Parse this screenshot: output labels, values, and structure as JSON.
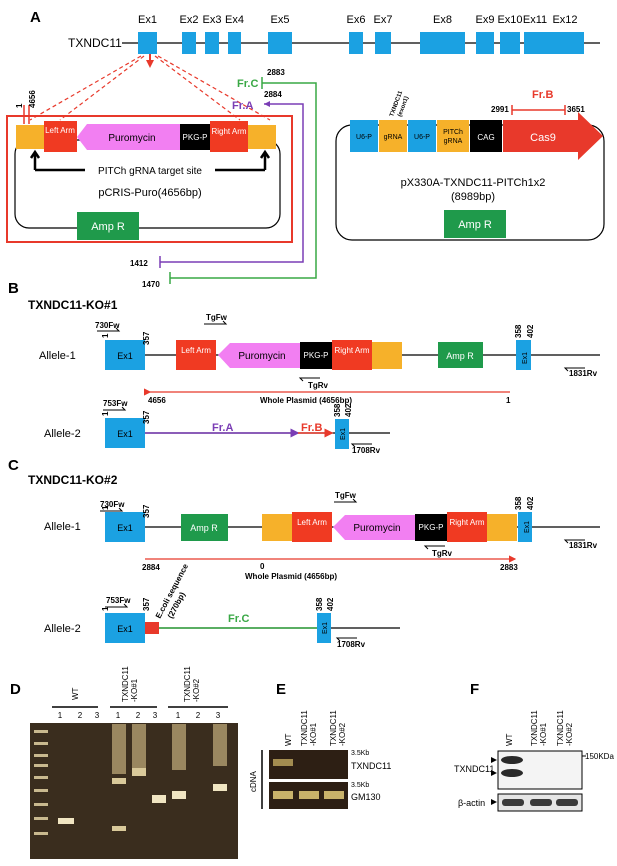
{
  "panels": {
    "A": "A",
    "B": "B",
    "C": "C",
    "D": "D",
    "E": "E",
    "F": "F"
  },
  "gene": {
    "name": "TXNDC11",
    "exons": [
      "Ex1",
      "Ex2",
      "Ex3",
      "Ex4",
      "Ex5",
      "Ex6",
      "Ex7",
      "Ex8",
      "Ex9",
      "Ex10",
      "Ex11",
      "Ex12"
    ]
  },
  "pcris": {
    "title": "pCRIS-Puro(4656bp)",
    "pos_1": "1",
    "pos_4656": "4656",
    "left_arm": "Left Arm",
    "puromycin": "Puromycin",
    "pkg_p": "PKG-P",
    "right_arm": "Right Arm",
    "target_site": "PITCh gRNA target site",
    "ampr": "Amp R"
  },
  "fragments": {
    "frc": "Fr.C",
    "fra": "Fr.A",
    "frb": "Fr.B",
    "n2883": "2883",
    "n2884": "2884",
    "n1412": "1412",
    "n1470": "1470",
    "n2991": "2991",
    "n3651": "3651"
  },
  "px330": {
    "title": "pX330A-TXNDC11-PITCh1x2",
    "size": "(8989bp)",
    "u6p_1": "U6-P",
    "grna": "gRNA",
    "grna_note_1": "TXNDC11",
    "grna_note_2": "(exon1)",
    "u6p_2": "U6-P",
    "pitch_1": "PITCh",
    "pitch_2": "gRNA",
    "cag": "CAG",
    "cas9": "Cas9",
    "ampr": "Amp R"
  },
  "ko1": {
    "title": "TXNDC11-KO#1",
    "allele1": "Allele-1",
    "allele2": "Allele-2",
    "p730": "730Fw",
    "p753": "753Fw",
    "tgfw": "TgFw",
    "tgrv": "TgRv",
    "p1831": "1831Rv",
    "p1708": "1708Rv",
    "ex1": "Ex1",
    "n1": "1",
    "n357": "357",
    "n358": "358",
    "n402": "402",
    "left_arm": "Left Arm",
    "puromycin": "Puromycin",
    "pkg_p": "PKG-P",
    "right_arm": "Right Arm",
    "ampr": "Amp R",
    "whole": "Whole Plasmid (4656bp)",
    "n4656": "4656",
    "n1b": "1",
    "fra": "Fr.A",
    "frb": "Fr.B"
  },
  "ko2": {
    "title": "TXNDC11-KO#2",
    "allele1": "Allele-1",
    "allele2": "Allele-2",
    "p730": "730Fw",
    "p753": "753Fw",
    "tgfw": "TgFw",
    "tgrv": "TgRv",
    "p1831": "1831Rv",
    "p1708": "1708Rv",
    "ex1": "Ex1",
    "n1": "1",
    "n357": "357",
    "n358": "358",
    "n402": "402",
    "left_arm": "Left Arm",
    "puromycin": "Puromycin",
    "pkg_p": "PKG-P",
    "right_arm": "Right Arm",
    "ampr": "Amp R",
    "whole": "Whole Plasmid (4656bp)",
    "n2884": "2884",
    "n0": "0",
    "n2883": "2883",
    "ecoli_1": "E.coli sequence",
    "ecoli_2": "(270bp)",
    "frc": "Fr.C"
  },
  "gel_d": {
    "wt": "WT",
    "ko1_1": "TXNDC11",
    "ko1_2": "-KO#1",
    "ko2_1": "TXNDC11",
    "ko2_2": "-KO#2",
    "lanes": [
      "1",
      "2",
      "3",
      "1",
      "2",
      "3",
      "1",
      "2",
      "3"
    ]
  },
  "gel_e": {
    "wt": "WT",
    "ko1_1": "TXNDC11",
    "ko1_2": "-KO#1",
    "ko2_1": "TXNDC11",
    "ko2_2": "-KO#2",
    "cdna": "cDNA",
    "kb1": "3.5Kb",
    "kb2": "3.5Kb",
    "txndc11": "TXNDC11",
    "gm130": "GM130"
  },
  "blot_f": {
    "wt": "WT",
    "ko1_1": "TXNDC11",
    "ko1_2": "-KO#1",
    "ko2_1": "TXNDC11",
    "ko2_2": "-KO#2",
    "kda": "150KDa",
    "txndc11": "TXNDC11",
    "actin": "β-actin"
  },
  "colors": {
    "exon": "#1ba1e2",
    "arm": "#f03a22",
    "puro": "#f27ff2",
    "flank": "#f6b12a",
    "amp": "#1f9a4b",
    "fra": "#7a3db5",
    "frb": "#e8392b",
    "frc": "#39a845",
    "vector": "#e8392b"
  }
}
